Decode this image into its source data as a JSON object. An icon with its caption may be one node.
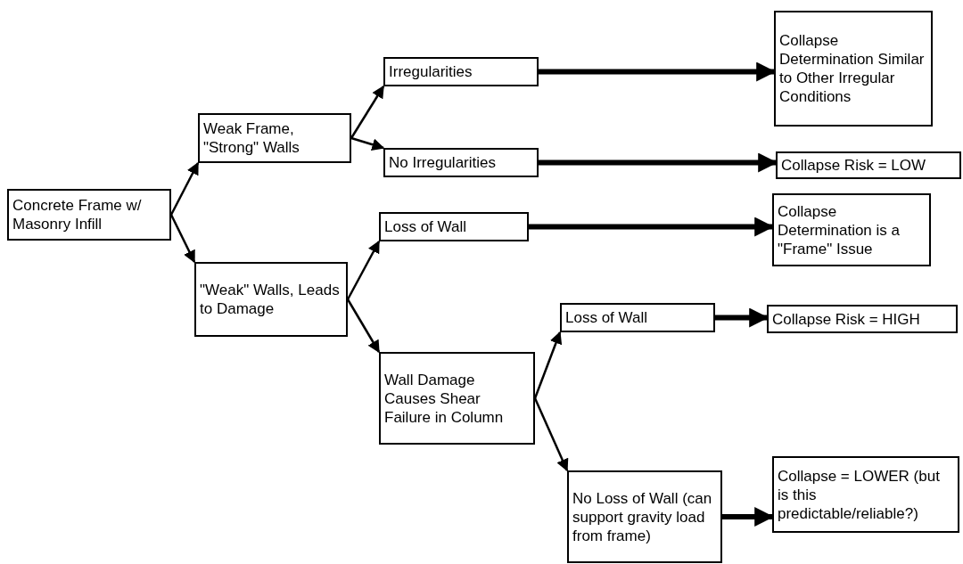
{
  "diagram": {
    "nodes": [
      {
        "text": [
          "Concrete Frame w/ Masonry Infill"
        ]
      },
      {
        "text": [
          "Weak Frame, \"Strong\" Walls"
        ]
      },
      {
        "text": [
          "\"Weak\" Walls, Leads to Damage"
        ]
      },
      {
        "text": [
          "Irregularities"
        ]
      },
      {
        "text": [
          "No Irregularities"
        ]
      },
      {
        "text": [
          "Collapse Determination Similar to Other Irregular Conditions"
        ]
      },
      {
        "text": [
          "Collapse Risk = LOW"
        ]
      },
      {
        "text": [
          "Loss of Wall"
        ]
      },
      {
        "text": [
          "Collapse Determination is a \"Frame\" Issue"
        ]
      },
      {
        "text": [
          "Wall Damage Causes Shear Failure in Column"
        ]
      },
      {
        "text": [
          "Loss of Wall"
        ]
      },
      {
        "text": [
          "Collapse Risk = HIGH"
        ]
      },
      {
        "text": [
          "No Loss of Wall (can support gravity load from frame)"
        ]
      },
      {
        "text": [
          "Collapse = LOWER (but is this predictable/reliable?)"
        ]
      }
    ],
    "edges": [
      {
        "from": 0,
        "to": 1,
        "arrow": "to"
      },
      {
        "from": 0,
        "to": 2,
        "arrow": "to"
      },
      {
        "from": 1,
        "to": 3,
        "arrow": "to"
      },
      {
        "from": 1,
        "to": 4,
        "arrow": "to"
      },
      {
        "from": 3,
        "to": 5,
        "arrow": "to",
        "style": "thick"
      },
      {
        "from": 4,
        "to": 6,
        "arrow": "to",
        "style": "thick"
      },
      {
        "from": 2,
        "to": 7,
        "arrow": "to"
      },
      {
        "from": 2,
        "to": 9,
        "arrow": "to"
      },
      {
        "from": 7,
        "to": 8,
        "arrow": "to",
        "style": "thick"
      },
      {
        "from": 9,
        "to": 10,
        "arrow": "to"
      },
      {
        "from": 10,
        "to": 11,
        "arrow": "to",
        "style": "thick"
      },
      {
        "from": 9,
        "to": 12,
        "arrow": "to"
      },
      {
        "from": 12,
        "to": 13,
        "arrow": "to",
        "style": "thick"
      }
    ]
  }
}
